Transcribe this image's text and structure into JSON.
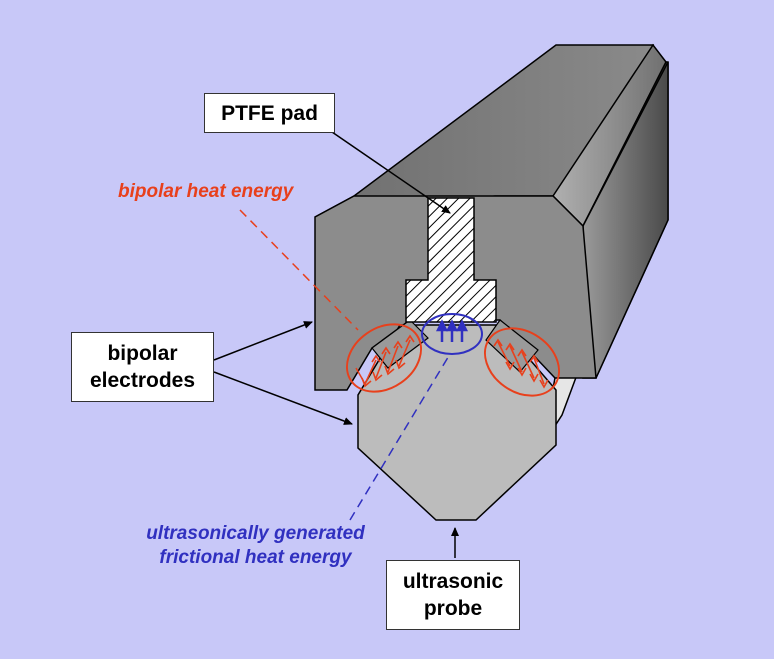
{
  "labels": {
    "ptfe_pad": "PTFE pad",
    "bipolar_heat_energy": "bipolar heat energy",
    "bipolar_electrodes_line1": "bipolar",
    "bipolar_electrodes_line2": "electrodes",
    "ultrasonic_heat_line1": "ultrasonically generated",
    "ultrasonic_heat_line2": "frictional heat energy",
    "ultrasonic_probe_line1": "ultrasonic",
    "ultrasonic_probe_line2": "probe"
  },
  "colors": {
    "background": "#c8c8f8",
    "bipolar_heat": "#e8401c",
    "ultrasonic_heat": "#3030c0",
    "jaw_front": "#8a8a8a",
    "probe": "#bdbdbd",
    "outline": "#000000"
  }
}
